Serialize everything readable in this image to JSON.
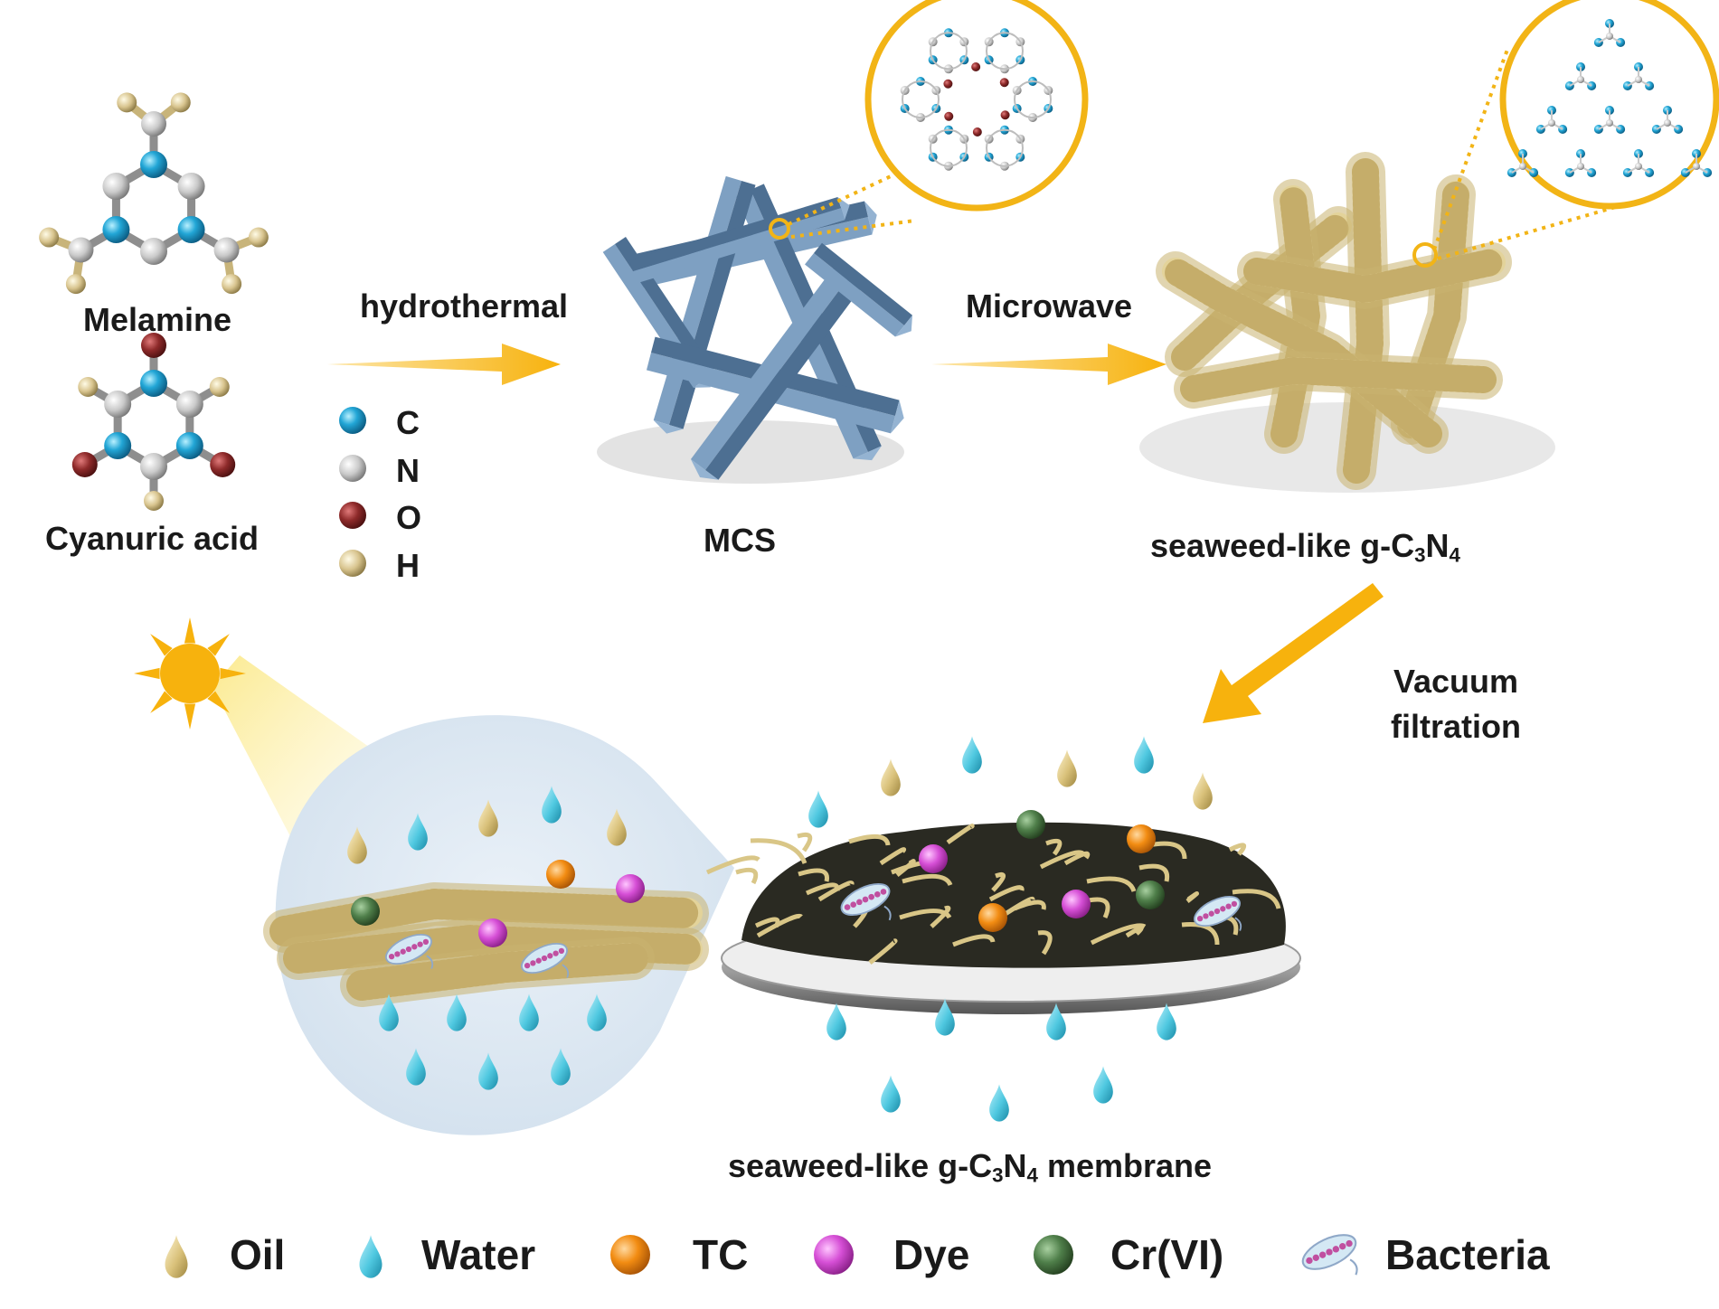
{
  "molecules": {
    "melamine": "Melamine",
    "cyanuric": "Cyanuric  acid"
  },
  "atom_legend": [
    {
      "symbol": "C",
      "color": "#22a6d6"
    },
    {
      "symbol": "N",
      "color": "#c9c9c9"
    },
    {
      "symbol": "O",
      "color": "#8e2a2a"
    },
    {
      "symbol": "H",
      "color": "#d8c48e"
    }
  ],
  "steps": {
    "hydrothermal": "hydrothermal",
    "microwave": "Microwave",
    "vacuum_line1": "Vacuum",
    "vacuum_line2": "filtration"
  },
  "products": {
    "mcs": "MCS",
    "seaweed_prefix": "seaweed-like g-C",
    "seaweed_sub1": "3",
    "seaweed_mid": "N",
    "seaweed_sub2": "4",
    "membrane_prefix": "seaweed-like g-C",
    "membrane_sub1": "3",
    "membrane_mid": "N",
    "membrane_sub2": "4",
    "membrane_suffix": " membrane"
  },
  "legend": [
    {
      "label": "Oil",
      "icon": "oil-drop-icon",
      "color": "#d9c17a"
    },
    {
      "label": "Water",
      "icon": "water-drop-icon",
      "color": "#4fc8e0"
    },
    {
      "label": "TC",
      "icon": "tc-sphere-icon",
      "color": "#f28c12"
    },
    {
      "label": "Dye",
      "icon": "dye-sphere-icon",
      "color": "#d64fd6"
    },
    {
      "label": "Cr(VI)",
      "icon": "cr-sphere-icon",
      "color": "#4f7f4a"
    },
    {
      "label": "Bacteria",
      "icon": "bacteria-icon",
      "color": "#c04fa0"
    }
  ],
  "colors": {
    "arrow": "#f7b20d",
    "mcs_rod": "#5b7fa3",
    "seaweed": "#d9c687",
    "zoom_circle": "#f2b416",
    "zoom_bubble": "#dde8f2",
    "sun": "#f7b20d",
    "c_atom": "#22a6d6",
    "n_atom": "#c9c9c9",
    "o_atom": "#8e2a2a",
    "h_atom": "#d8c48e"
  }
}
